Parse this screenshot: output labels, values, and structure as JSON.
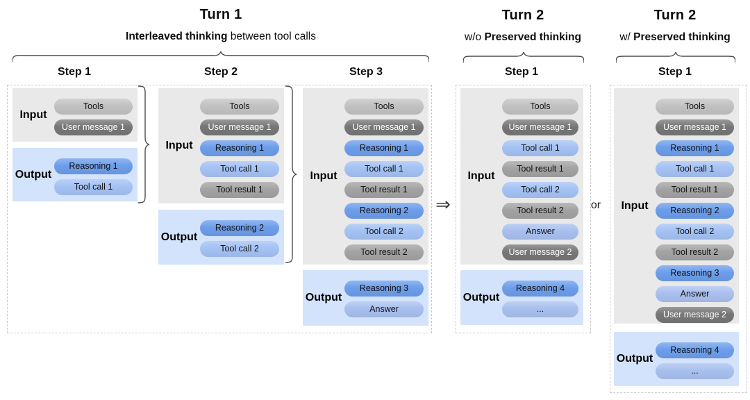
{
  "headers": {
    "turn1": {
      "title": "Turn 1",
      "subtitle_prefix": "",
      "subtitle_bold": "Interleaved thinking",
      "subtitle_rest": " between tool calls"
    },
    "turn2_without": {
      "title": "Turn 2",
      "subtitle_prefix": "w/o ",
      "subtitle_bold": "Preserved thinking",
      "subtitle_rest": ""
    },
    "turn2_with": {
      "title": "Turn 2",
      "subtitle_prefix": "w/ ",
      "subtitle_bold": "Preserved thinking",
      "subtitle_rest": ""
    }
  },
  "labels": {
    "input": "Input",
    "output": "Output"
  },
  "connectors": {
    "arrow": "⇒",
    "or": "or"
  },
  "colors": {
    "input_box_bg": "#e9e9e9",
    "output_box_bg": "#d3e3fb",
    "pill_text": "#131313",
    "pill_user_text": "#ffffff",
    "tools_bg": "#c2c2c2",
    "user_message_bg": "#777777",
    "reasoning_bg": "#6d9eeb",
    "tool_call_bg": "#a4c2f4",
    "tool_result_bg": "#a3a3a3",
    "answer_bg": "#a9c0ef",
    "ellipsis_bg": "#a9c0ef"
  },
  "columns": [
    {
      "group": "turn1",
      "step": "Step 1",
      "input": [
        {
          "label": "Tools",
          "type": "tools"
        },
        {
          "label": "User message 1",
          "type": "user_message"
        }
      ],
      "output": [
        {
          "label": "Reasoning 1",
          "type": "reasoning"
        },
        {
          "label": "Tool call 1",
          "type": "tool_call"
        }
      ]
    },
    {
      "group": "turn1",
      "step": "Step 2",
      "input": [
        {
          "label": "Tools",
          "type": "tools"
        },
        {
          "label": "User message 1",
          "type": "user_message"
        },
        {
          "label": "Reasoning 1",
          "type": "reasoning"
        },
        {
          "label": "Tool call 1",
          "type": "tool_call"
        },
        {
          "label": "Tool result 1",
          "type": "tool_result"
        }
      ],
      "output": [
        {
          "label": "Reasoning 2",
          "type": "reasoning"
        },
        {
          "label": "Tool call 2",
          "type": "tool_call"
        }
      ]
    },
    {
      "group": "turn1",
      "step": "Step 3",
      "input": [
        {
          "label": "Tools",
          "type": "tools"
        },
        {
          "label": "User message 1",
          "type": "user_message"
        },
        {
          "label": "Reasoning 1",
          "type": "reasoning"
        },
        {
          "label": "Tool call 1",
          "type": "tool_call"
        },
        {
          "label": "Tool result 1",
          "type": "tool_result"
        },
        {
          "label": "Reasoning 2",
          "type": "reasoning"
        },
        {
          "label": "Tool call 2",
          "type": "tool_call"
        },
        {
          "label": "Tool result 2",
          "type": "tool_result"
        }
      ],
      "output": [
        {
          "label": "Reasoning 3",
          "type": "reasoning"
        },
        {
          "label": "Answer",
          "type": "answer"
        }
      ]
    },
    {
      "group": "turn2_without",
      "step": "Step 1",
      "input": [
        {
          "label": "Tools",
          "type": "tools"
        },
        {
          "label": "User message 1",
          "type": "user_message"
        },
        {
          "label": "Tool call 1",
          "type": "tool_call"
        },
        {
          "label": "Tool result 1",
          "type": "tool_result"
        },
        {
          "label": "Tool call 2",
          "type": "tool_call"
        },
        {
          "label": "Tool result 2",
          "type": "tool_result"
        },
        {
          "label": "Answer",
          "type": "answer"
        },
        {
          "label": "User message 2",
          "type": "user_message"
        }
      ],
      "output": [
        {
          "label": "Reasoning 4",
          "type": "reasoning"
        },
        {
          "label": "...",
          "type": "ellipsis"
        }
      ]
    },
    {
      "group": "turn2_with",
      "step": "Step 1",
      "input": [
        {
          "label": "Tools",
          "type": "tools"
        },
        {
          "label": "User message 1",
          "type": "user_message"
        },
        {
          "label": "Reasoning 1",
          "type": "reasoning"
        },
        {
          "label": "Tool call 1",
          "type": "tool_call"
        },
        {
          "label": "Tool result 1",
          "type": "tool_result"
        },
        {
          "label": "Reasoning 2",
          "type": "reasoning"
        },
        {
          "label": "Tool call 2",
          "type": "tool_call"
        },
        {
          "label": "Tool result 2",
          "type": "tool_result"
        },
        {
          "label": "Reasoning 3",
          "type": "reasoning"
        },
        {
          "label": "Answer",
          "type": "answer"
        },
        {
          "label": "User message 2",
          "type": "user_message"
        }
      ],
      "output": [
        {
          "label": "Reasoning 4",
          "type": "reasoning"
        },
        {
          "label": "...",
          "type": "ellipsis"
        }
      ]
    }
  ]
}
